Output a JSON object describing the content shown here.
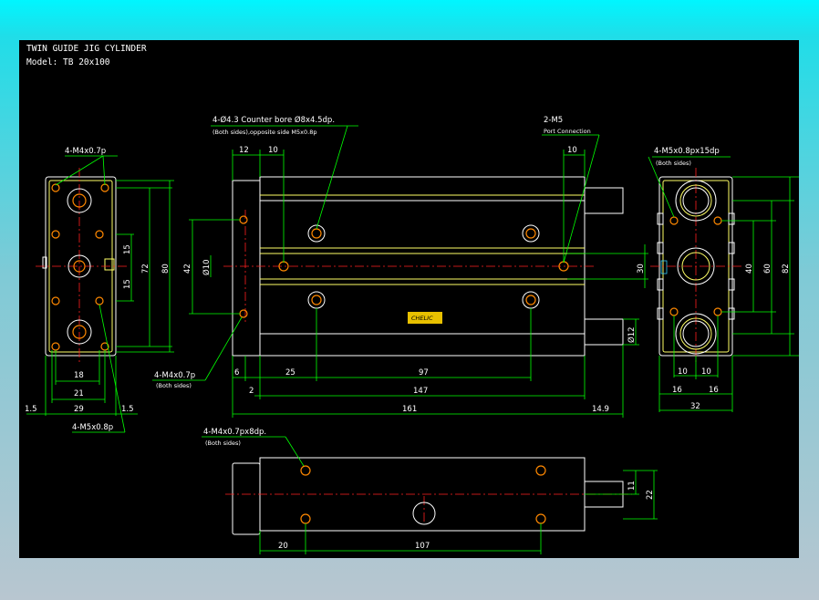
{
  "title_block": {
    "title": "TWIN GUIDE JIG CYLINDER",
    "model": "Model: TB 20x100"
  },
  "colors": {
    "outline": "#ffffff",
    "body": "#ffff66",
    "dimension": "#00ff00",
    "centerline": "#ff2020",
    "hole": "#ff8800",
    "background": "#000000"
  },
  "left_view": {
    "callout_top": "4-M4x0.7p",
    "callout_bottom": "4-M5x0.8p",
    "dims": {
      "d15a": "15",
      "d15b": "15",
      "d72": "72",
      "d80": "80",
      "d18": "18",
      "d21": "21",
      "d29": "29",
      "d1_5l": "1.5",
      "d1_5r": "1.5"
    }
  },
  "front_view": {
    "callout_counterbore_1": "4-Ø4.3 Counter bore Ø8x4.5dp.",
    "callout_counterbore_2": "(Both sides),opposite side M5x0.8p",
    "callout_port_1": "2-M5",
    "callout_port_2": "Port Connection",
    "callout_side_1": "4-M4x0.7p",
    "callout_side_2": "(Both sides)",
    "logo": "CHELIC",
    "dims": {
      "d12": "12",
      "d10l": "10",
      "d10r": "10",
      "d42": "42",
      "dphi10": "Ø10",
      "d30": "30",
      "dphi12": "Ø12",
      "d6": "6",
      "d25": "25",
      "d97": "97",
      "d2": "2",
      "d147": "147",
      "d161": "161",
      "d14_9": "14.9"
    }
  },
  "right_view": {
    "callout_1": "4-M5x0.8px15dp",
    "callout_2": "(Both sides)",
    "dims": {
      "d40": "40",
      "d60": "60",
      "d82": "82",
      "d10a": "10",
      "d10b": "10",
      "d16a": "16",
      "d16b": "16",
      "d32": "32"
    }
  },
  "bottom_view": {
    "callout_1": "4-M4x0.7px8dp.",
    "callout_2": "(Both sides)",
    "dims": {
      "d11": "11",
      "d22": "22",
      "d20": "20",
      "d107": "107"
    }
  }
}
